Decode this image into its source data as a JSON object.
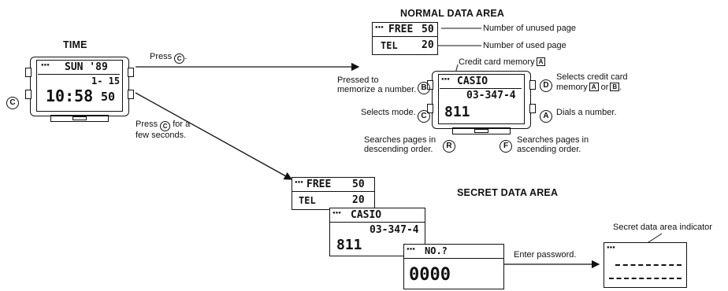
{
  "time_section": {
    "title": "TIME",
    "lcd_day": "SUN '89",
    "lcd_date": "1- 15",
    "lcd_time": "10:58",
    "lcd_sec": "50",
    "side_button_letter": "C"
  },
  "arrow_labels": {
    "press_c_prefix": "Press",
    "press_c_letter": "C",
    "press_c_suffix": ".",
    "press_c_long_prefix": "Press",
    "press_c_long_letter": "C",
    "press_c_long_suffix": "for a",
    "press_c_long_line2": "few seconds.",
    "enter_password": "Enter password."
  },
  "normal_area": {
    "title": "NORMAL DATA AREA",
    "free_label": "FREE",
    "free_value": "50",
    "tel_label": "TEL",
    "tel_value": "20",
    "unused_label": "Number of unused page",
    "used_label": "Number of used page",
    "credit_card_label": "Credit card memory",
    "credit_card_box": "A",
    "lcd_name": "CASIO",
    "lcd_number_1": "03-347-4",
    "lcd_number_2": "811",
    "pressed_line1": "Pressed to",
    "pressed_line2": "memorize a number.",
    "button_b": "B",
    "selects_mode": "Selects mode.",
    "button_c": "C",
    "button_d": "D",
    "selects_card_line1": "Selects credit card",
    "selects_card_line2a": "memory",
    "selects_card_box_a": "A",
    "selects_card_or": "or",
    "selects_card_box_b": "B",
    "selects_card_end": ".",
    "button_a": "A",
    "dials_number": "Dials a number.",
    "button_r": "R",
    "searches_desc_line1": "Searches pages in",
    "searches_desc_line2": "descending order.",
    "button_f": "F",
    "searches_asc_line1": "Searches pages in",
    "searches_asc_line2": "ascending order."
  },
  "secret_area": {
    "title": "SECRET DATA AREA",
    "free_label": "FREE",
    "free_value": "50",
    "tel_label": "TEL",
    "tel_value": "20",
    "lcd_name": "CASIO",
    "lcd_number_1": "03-347-4",
    "lcd_number_2": "811",
    "password_prompt": "NO.?",
    "password_value": "0000",
    "indicator_label": "Secret data area indicator"
  }
}
